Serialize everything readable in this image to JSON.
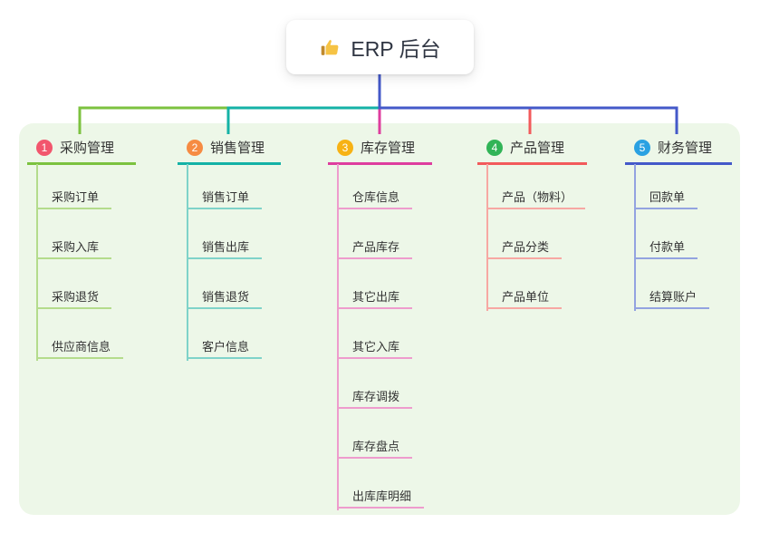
{
  "root": {
    "label": "ERP 后台",
    "icon": "thumbs-up-icon"
  },
  "colors": {
    "canvas_bg": "#edf7e8",
    "root_connector": "#4459c9"
  },
  "branches": [
    {
      "num": "1",
      "label": "采购管理",
      "badge_color": "#f2566d",
      "line_color": "#7cc23f",
      "child_line_color": "#b4dc8c",
      "children": [
        "采购订单",
        "采购入库",
        "采购退货",
        "供应商信息"
      ]
    },
    {
      "num": "2",
      "label": "销售管理",
      "badge_color": "#f68b42",
      "line_color": "#14b2a6",
      "child_line_color": "#7fd3c9",
      "children": [
        "销售订单",
        "销售出库",
        "销售退货",
        "客户信息"
      ]
    },
    {
      "num": "3",
      "label": "库存管理",
      "badge_color": "#f7b214",
      "line_color": "#de3d9e",
      "child_line_color": "#ee9ccd",
      "children": [
        "仓库信息",
        "产品库存",
        "其它出库",
        "其它入库",
        "库存调拨",
        "库存盘点",
        "出库库明细"
      ]
    },
    {
      "num": "4",
      "label": "产品管理",
      "badge_color": "#31b457",
      "line_color": "#f25a5b",
      "child_line_color": "#f7a8a3",
      "children": [
        "产品（物料）",
        "产品分类",
        "产品单位"
      ]
    },
    {
      "num": "5",
      "label": "财务管理",
      "badge_color": "#2aa1e2",
      "line_color": "#4459c9",
      "child_line_color": "#93a3e0",
      "children": [
        "回款单",
        "付款单",
        "结算账户"
      ]
    }
  ]
}
